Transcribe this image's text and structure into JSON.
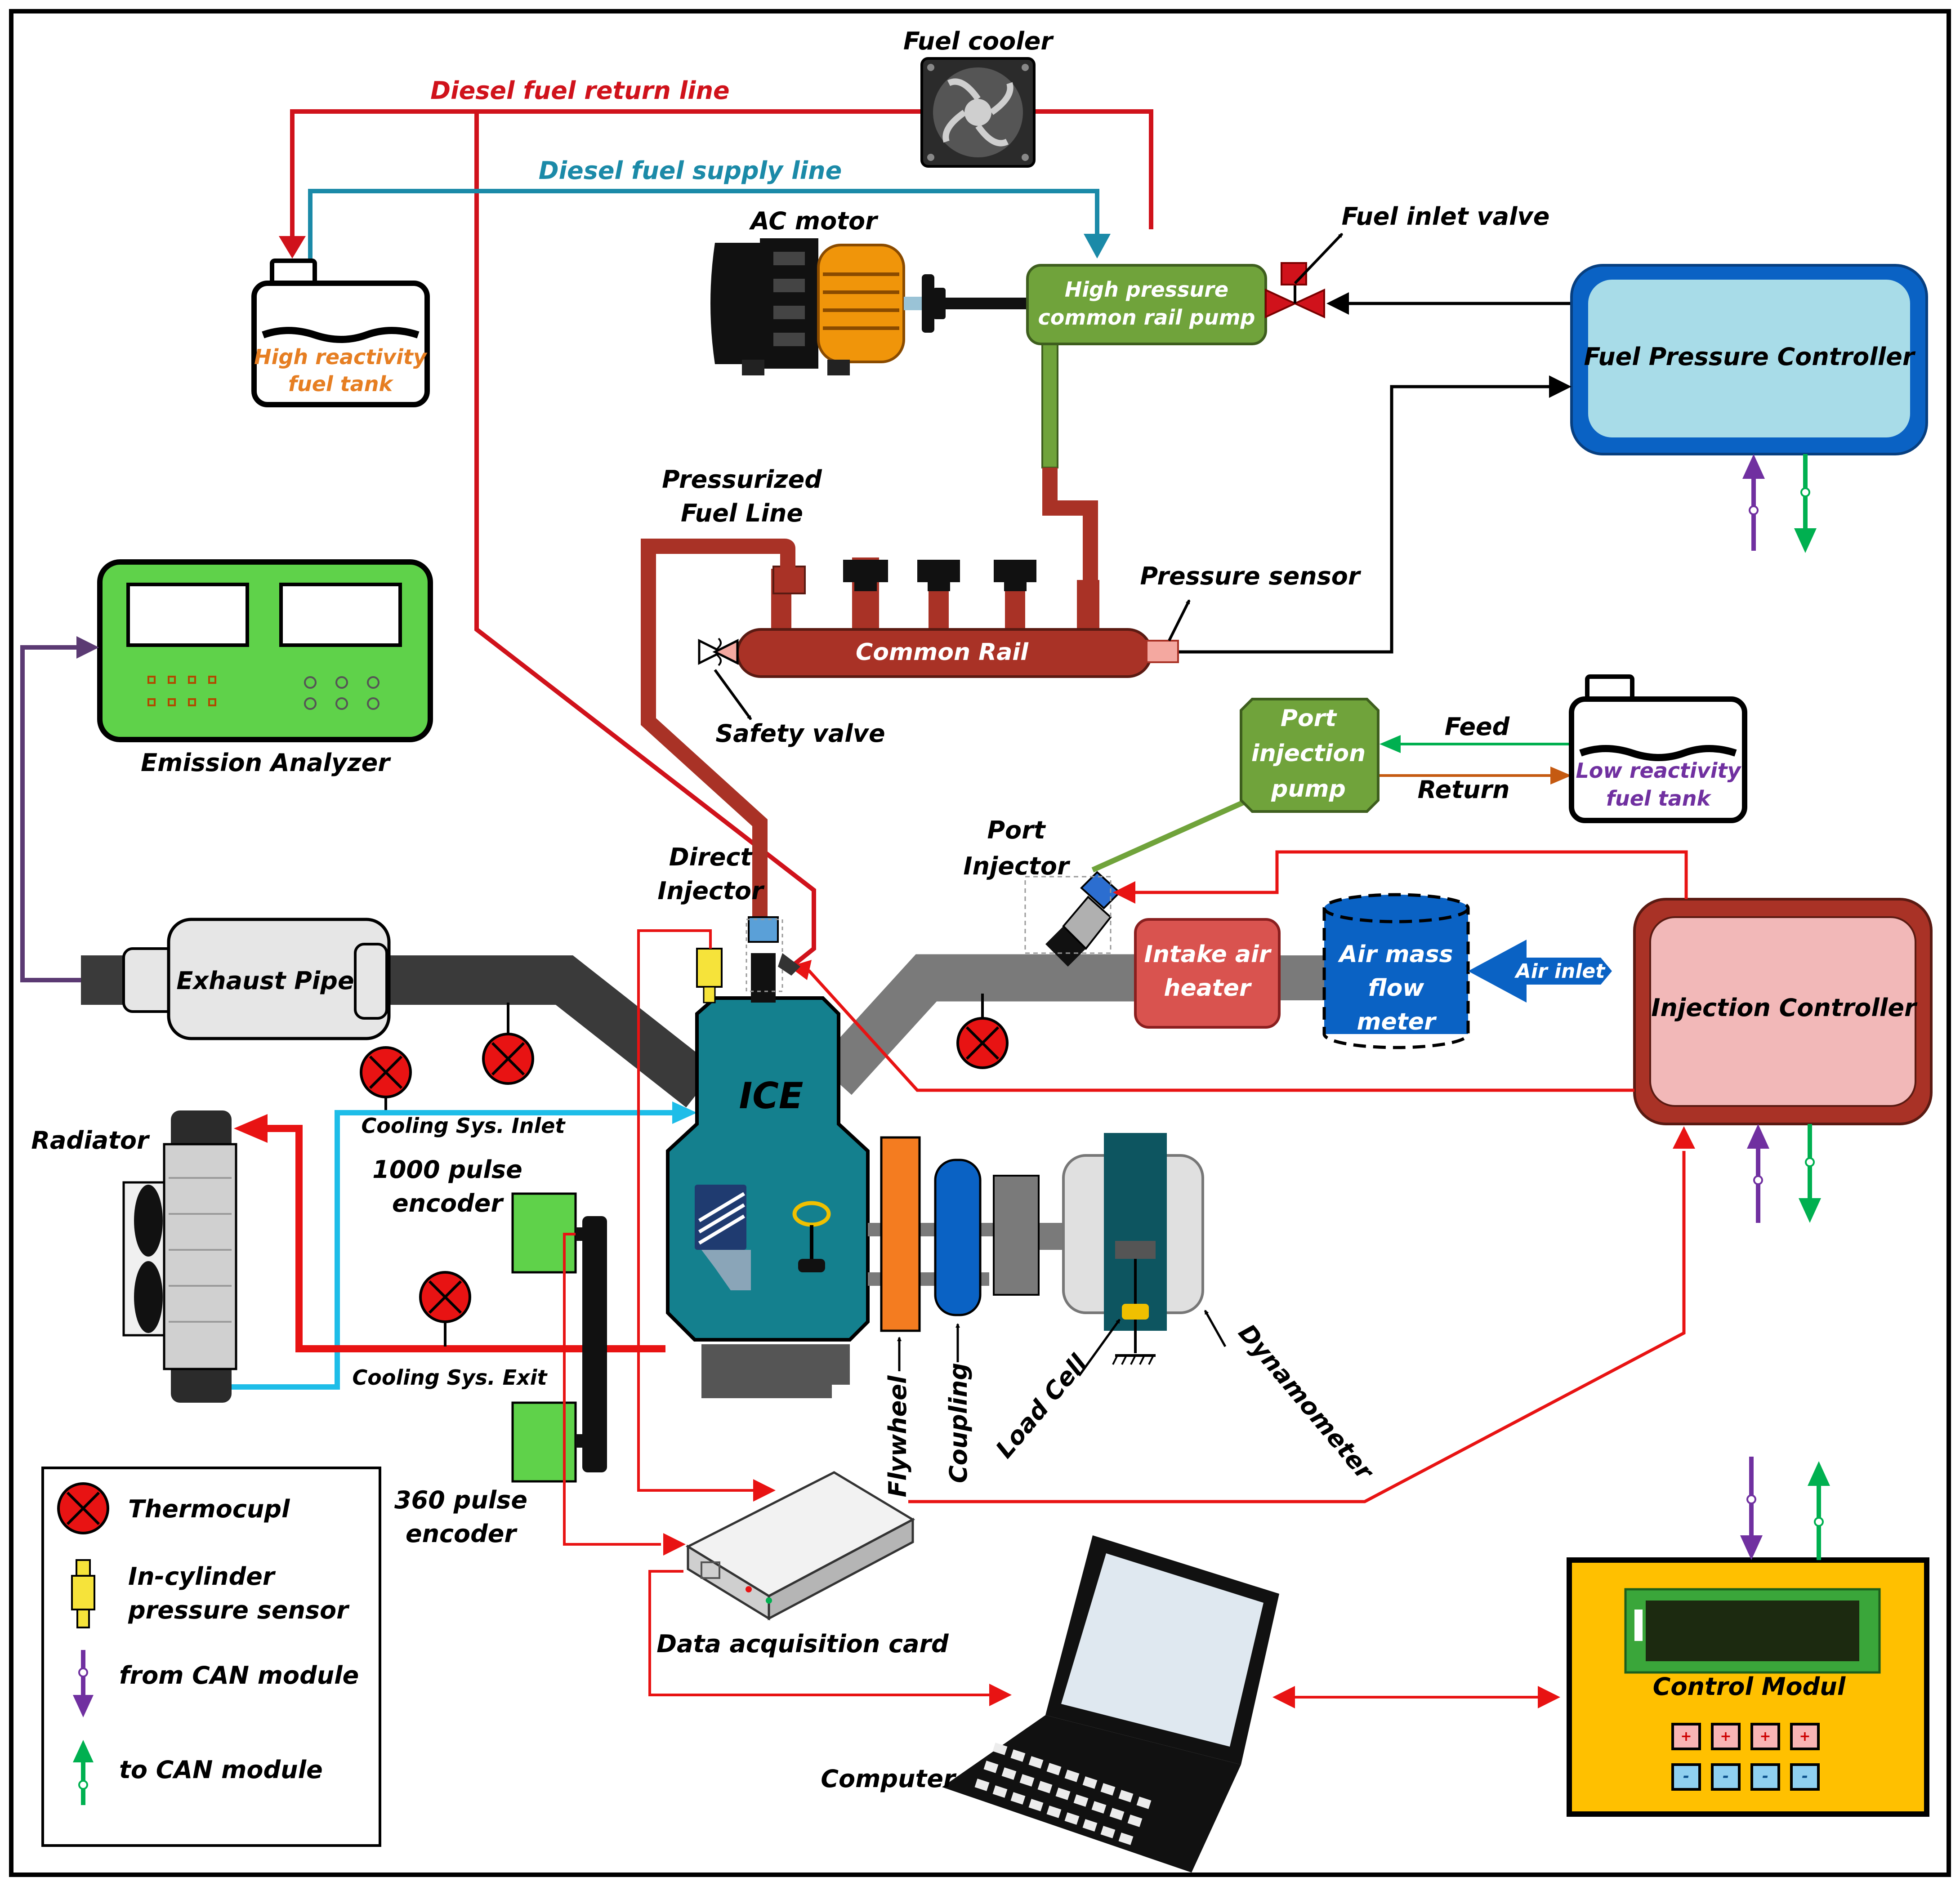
{
  "labels": {
    "fuel_cooler": "Fuel cooler",
    "diesel_return_line": "Diesel fuel return line",
    "diesel_supply_line": "Diesel fuel supply line",
    "ac_motor": "AC motor",
    "fuel_inlet_valve": "Fuel inlet valve",
    "hp_pump_line1": "High pressure",
    "hp_pump_line2": "common rail pump",
    "hr_tank_line1": "High reactivity",
    "hr_tank_line2": "fuel tank",
    "fuel_pressure_controller": "Fuel Pressure Controller",
    "pressurized_line1": "Pressurized",
    "pressurized_line2": "Fuel Line",
    "pressure_sensor": "Pressure sensor",
    "common_rail": "Common Rail",
    "safety_valve": "Safety valve",
    "emission_analyzer": "Emission Analyzer",
    "port_pump_line1": "Port",
    "port_pump_line2": "injection",
    "port_pump_line3": "pump",
    "feed": "Feed",
    "return": "Return",
    "lr_tank_line1": "Low reactivity",
    "lr_tank_line2": "fuel tank",
    "port_injector_line1": "Port",
    "port_injector_line2": "Injector",
    "direct_injector_line1": "Direct",
    "direct_injector_line2": "Injector",
    "exhaust_pipe": "Exhaust Pipe",
    "intake_heater_line1": "Intake air",
    "intake_heater_line2": "heater",
    "air_mass_line1": "Air mass",
    "air_mass_line2": "flow",
    "air_mass_line3": "meter",
    "air_inlet": "Air inlet",
    "injection_controller": "Injection Controller",
    "ice": "ICE",
    "radiator": "Radiator",
    "cooling_inlet": "Cooling Sys. Inlet",
    "encoder_1000_line1": "1000 pulse",
    "encoder_1000_line2": "encoder",
    "cooling_exit": "Cooling Sys. Exit",
    "flywheel": "Flywheel",
    "coupling": "Coupling",
    "load_cell": "Load Cell",
    "dynamometer": "Dynamometer",
    "encoder_360_line1": "360 pulse",
    "encoder_360_line2": "encoder",
    "daq_card": "Data acquisition card",
    "computer": "Computer",
    "control_module": "Control Modul",
    "key_plus": "+",
    "key_minus": "-"
  },
  "legend": {
    "thermocouple": "Thermocupl",
    "pressure_sensor_line1": "In-cylinder",
    "pressure_sensor_line2": "pressure sensor",
    "from_can": "from CAN module",
    "to_can": "to CAN module"
  },
  "colors": {
    "return_line": "#d0121b",
    "supply_line": "#1b8aa8",
    "green_line": "#00b050",
    "purple_line": "#7030a0",
    "cooling_line": "#1ebde8",
    "hot_line": "#e81313",
    "feed_line": "#00b050",
    "return_fuel_line": "#c55a11",
    "common_rail": "#a93226",
    "engine": "#14808e",
    "fuel_pump": "#70a33b",
    "fpc_fill": "#a8dce8",
    "fpc_border": "#0a62c4",
    "ic_fill": "#f2b8b8",
    "ic_border": "#a93226",
    "analyzer": "#5fd24a",
    "control_module": "#ffc000",
    "legend_border": "#000000"
  }
}
